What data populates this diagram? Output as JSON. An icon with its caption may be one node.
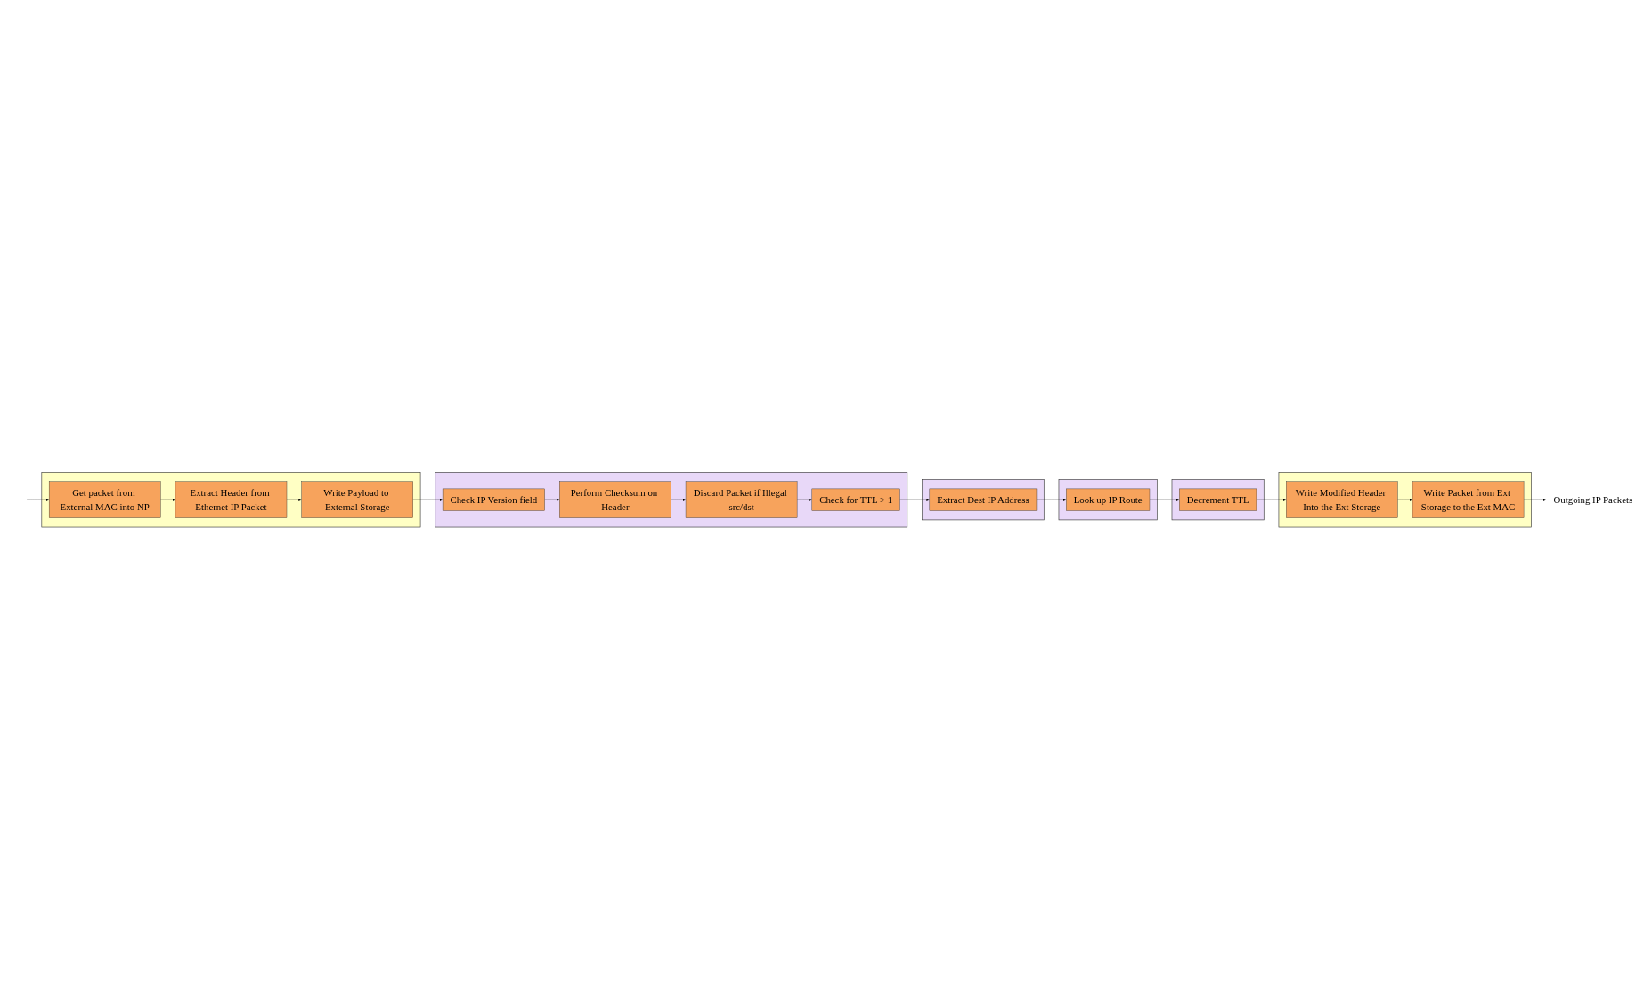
{
  "diagram": {
    "nodes": [
      {
        "text": [],
        "shape": "box"
      },
      {
        "text": [
          "Get packet from External MAC into NP"
        ],
        "in": 0
      },
      {
        "text": [
          "Extract Header from Ethernet IP Packet"
        ],
        "in": 0
      },
      {
        "text": [
          "Write Payload to External Storage"
        ],
        "in": 0
      },
      {
        "text": [],
        "shape": "box"
      },
      {
        "text": [
          "Check IP Version field"
        ],
        "in": 4
      },
      {
        "text": [
          "Perform Checksum on Header"
        ],
        "in": 4
      },
      {
        "text": [
          "Discard Packet if Illegal src/dst"
        ],
        "in": 4
      },
      {
        "text": [
          "Check for TTL > 1"
        ],
        "in": 4
      },
      {
        "text": [],
        "shape": "box"
      },
      {
        "text": [
          "Extract Dest IP Address"
        ],
        "in": 9
      },
      {
        "text": [],
        "shape": "box"
      },
      {
        "text": [
          "Look up IP Route"
        ],
        "in": 11
      },
      {
        "text": [],
        "shape": "box"
      },
      {
        "text": [
          "Decrement TTL"
        ],
        "in": 13
      },
      {
        "text": [],
        "shape": "box"
      },
      {
        "text": [
          "Write Modified Header Into the Ext Storage"
        ],
        "in": 15
      },
      {
        "text": [
          "Write Packet from Ext Storage to the Ext MAC"
        ],
        "in": 15
      },
      {
        "text": [
          "Outgoing IP Packets"
        ]
      }
    ],
    "edges": [
      {
        "from": null,
        "to": 1,
        "arrow": "to"
      },
      {
        "from": 1,
        "to": 2,
        "arrow": "to"
      },
      {
        "from": 2,
        "to": 3,
        "arrow": "to"
      },
      {
        "from": 3,
        "to": 5,
        "arrow": "to"
      },
      {
        "from": 5,
        "to": 6,
        "arrow": "to"
      },
      {
        "from": 6,
        "to": 7,
        "arrow": "to"
      },
      {
        "from": 7,
        "to": 8,
        "arrow": "to"
      },
      {
        "from": 8,
        "to": 10,
        "arrow": "to"
      },
      {
        "from": 10,
        "to": 12,
        "arrow": "to"
      },
      {
        "from": 12,
        "to": 14,
        "arrow": "to"
      },
      {
        "from": 14,
        "to": 16,
        "arrow": "to"
      },
      {
        "from": 16,
        "to": 17,
        "arrow": "to"
      },
      {
        "from": 17,
        "to": 18,
        "arrow": "to"
      }
    ]
  }
}
